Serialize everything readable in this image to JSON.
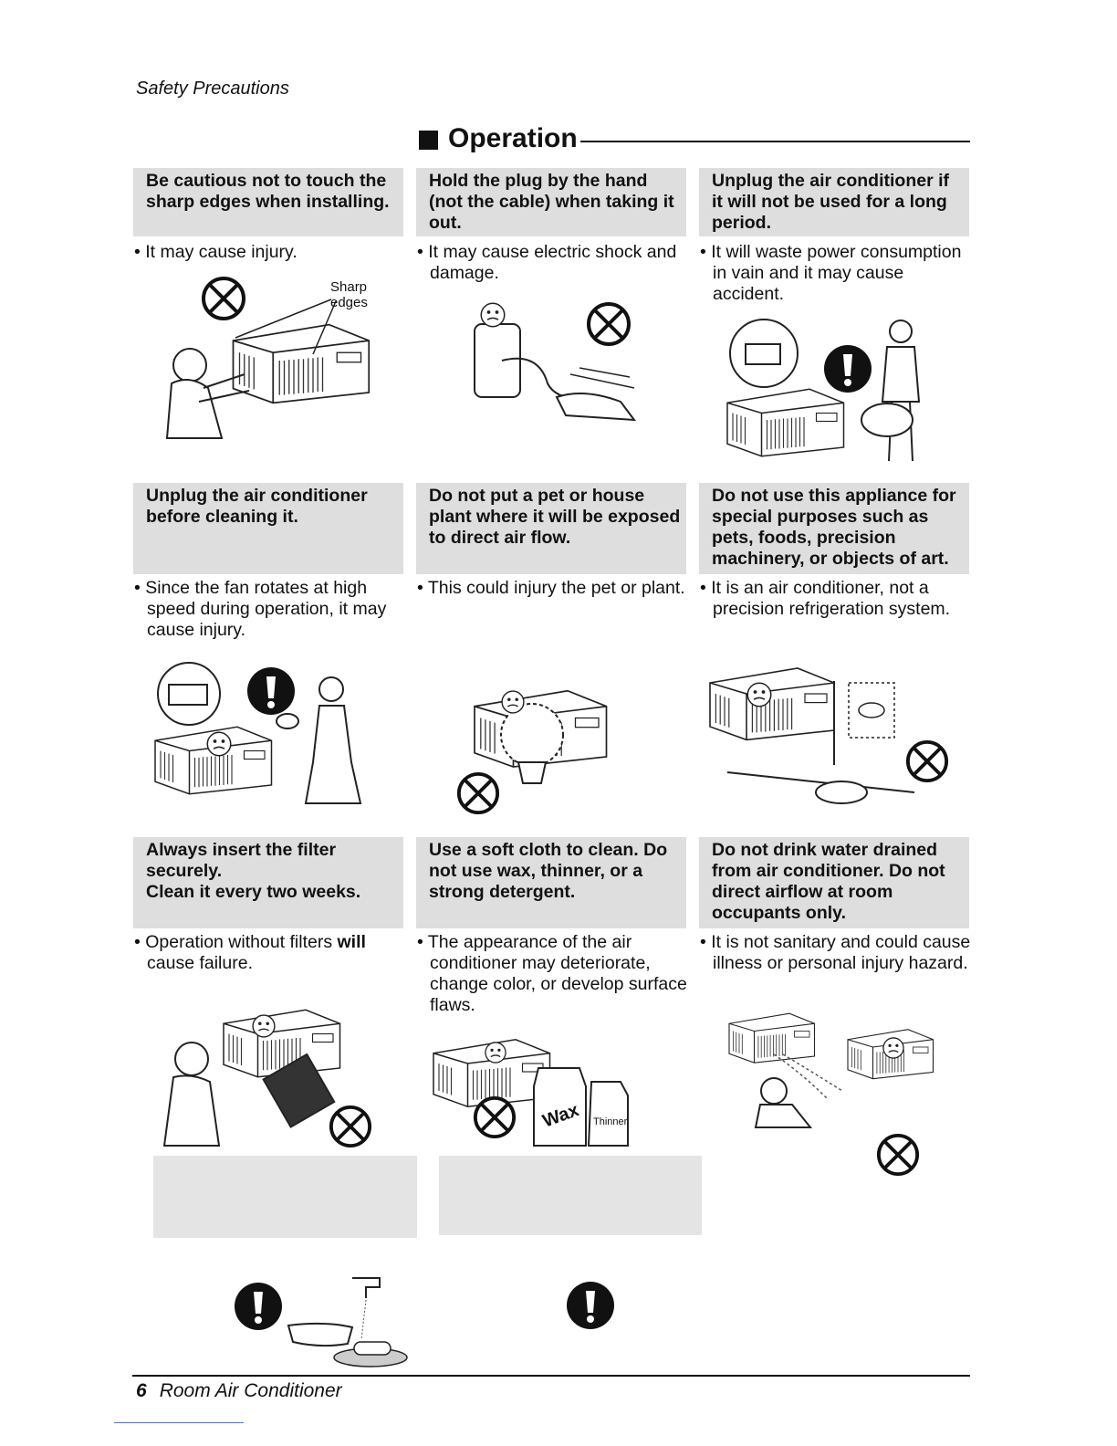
{
  "header": {
    "section_label": "Safety Precautions",
    "title": "Operation"
  },
  "cards": [
    {
      "heading": "Be cautious not to touch the sharp edges when installing.",
      "note_html": "• It may cause injury.",
      "callout": "Sharp edges",
      "icon": "prohibited-icon"
    },
    {
      "heading": "Hold the plug by the  hand (not the cable) when taking it out.",
      "note_html": "• It may cause electric shock and damage.",
      "icon": "prohibited-icon"
    },
    {
      "heading": "Unplug the air conditioner if it will not be used for a long period.",
      "note_html": "• It will waste power consumption in vain and it may cause accident.",
      "icon": "mandatory-icon"
    },
    {
      "heading": "Unplug the air conditioner before cleaning it.",
      "note_html": "• Since the fan rotates at high speed during operation, it may cause injury.",
      "icon": "mandatory-icon"
    },
    {
      "heading": "Do not put a pet or house plant where it will be exposed to direct air flow.",
      "note_html": "• This could injury the pet or plant.",
      "icon": "prohibited-icon"
    },
    {
      "heading": "Do not use this appliance for special purposes such as pets, foods, precision machinery, or objects of art.",
      "note_html": "• It is an air conditioner, not a precision refrigeration system.",
      "icon": "prohibited-icon"
    },
    {
      "heading": "Always insert the filter securely.\nClean it every two weeks.",
      "note_pre": "• Operation without filters ",
      "note_bold": "will",
      "note_post": " cause failure.",
      "icon": "prohibited-icon"
    },
    {
      "heading": "Use a soft cloth to clean. Do not use wax, thinner, or a strong detergent.",
      "note_html": "• The appearance of the air conditioner may deteriorate, change color, or develop surface flaws.",
      "bottle_labels": [
        "Wax",
        "Thinner"
      ],
      "icon": "prohibited-icon"
    },
    {
      "heading": "Do not drink water drained from air conditioner. Do not direct airflow at room occupants only.",
      "note_html": "• It is not sanitary and could cause illness or personal injury hazard.",
      "icon": "prohibited-icon"
    }
  ],
  "footer": {
    "page_number": "6",
    "title": "Room Air Conditioner"
  }
}
